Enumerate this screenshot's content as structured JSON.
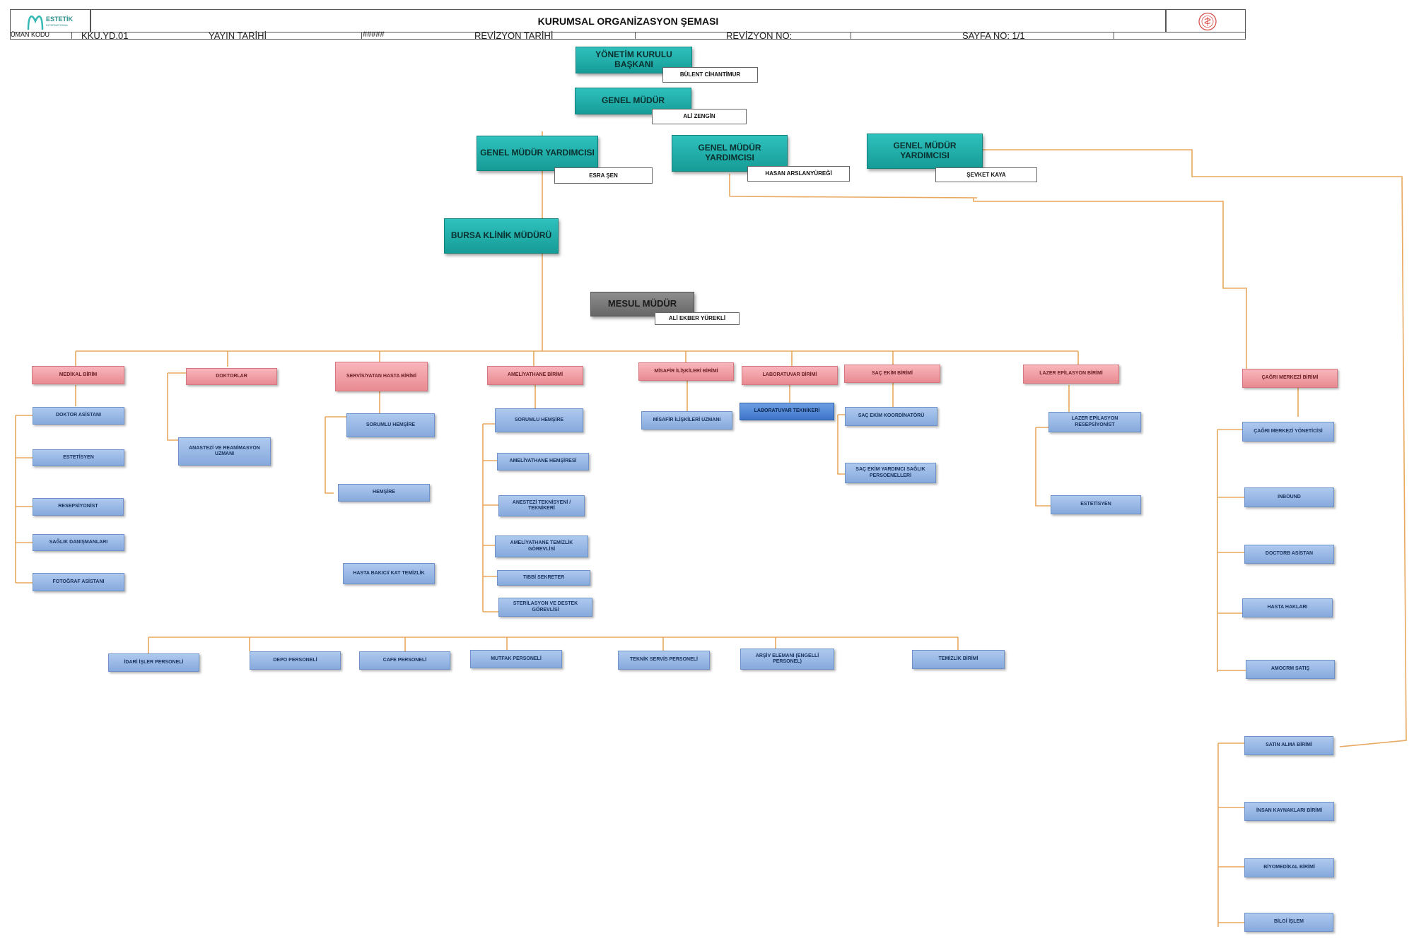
{
  "header": {
    "logo_text": "ESTETİK",
    "logo_subtext": "INTERNATIONAL",
    "title": "KURUMSAL ORGANİZASYON ŞEMASI",
    "doc_code_label": "ÜMAN KODU",
    "doc_code_value": "KKU.YD.01",
    "publish_date_label": "YAYIN TARİHİ",
    "publish_date_value": "#####",
    "revision_date_label": "REVİZYON TARİHİ",
    "revision_no_label": "REVİZYON NO:",
    "page_no": "SAYFA NO: 1/1"
  },
  "executives": {
    "board_chair": {
      "title": "YÖNETİM KURULU BAŞKANI",
      "name": "BÜLENT CİHANTİMUR"
    },
    "general_manager": {
      "title": "GENEL MÜDÜR",
      "name": "ALİ ZENGİN"
    },
    "deputy_1": {
      "title": "GENEL MÜDÜR YARDIMCISI",
      "name": "ESRA ŞEN"
    },
    "deputy_2": {
      "title": "GENEL MÜDÜR YARDIMCISI",
      "name": "HASAN ARSLANYÜREĞİ"
    },
    "deputy_3": {
      "title": "GENEL MÜDÜR YARDIMCISI",
      "name": "ŞEVKET KAYA"
    },
    "clinic_manager": {
      "title": "BURSA KLİNİK MÜDÜRÜ"
    },
    "responsible_manager": {
      "title": "MESUL MÜDÜR",
      "name": "ALİ EKBER YÜREKLİ"
    }
  },
  "departments": {
    "medical": {
      "title": "MEDİKAL BİRİM",
      "staff": [
        "DOKTOR ASİSTANI",
        "ESTETİSYEN",
        "RESEPSİYONİST",
        "SAĞLIK DANIŞMANLARI",
        "FOTOĞRAF ASİSTANI"
      ]
    },
    "doctors": {
      "title": "DOKTORLAR",
      "staff": [
        "ANASTEZİ VE REANİMASYON UZMANI"
      ]
    },
    "inpatient": {
      "title": "SERVİS/YATAN HASTA BİRİMİ",
      "staff": [
        "SORUMLU HEMŞİRE",
        "HEMŞİRE",
        "HASTA BAKICI/ KAT TEMİZLİK"
      ]
    },
    "surgery": {
      "title": "AMELİYATHANE BİRİMİ",
      "staff": [
        "SORUMLU HEMŞİRE",
        "AMELİYATHANE HEMŞİRESİ",
        "ANESTEZİ TEKNİSYENİ / TEKNİKERİ",
        "AMELİYATHANE TEMİZLİK GÖREVLİSİ",
        "TIBBİ SEKRETER",
        "STERİLASYON VE DESTEK GÖREVLİSİ"
      ]
    },
    "guest": {
      "title": "MİSAFİR İLİŞKİLERİ BİRİMİ",
      "staff": [
        "MİSAFİR İLİŞKİLERİ UZMANI"
      ]
    },
    "lab": {
      "title": "LABORATUVAR BİRİMİ",
      "staff": [
        "LABORATUVAR TEKNİKERİ"
      ]
    },
    "hair": {
      "title": "SAÇ EKİM BİRİMİ",
      "staff": [
        "SAÇ EKİM KOORDİNATÖRÜ",
        "SAÇ EKİM YARDIMCI SAĞLIK PERSOENELLERİ"
      ]
    },
    "laser": {
      "title": "LAZER EPİLASYON BİRİMİ",
      "staff": [
        "LAZER EPİLASYON RESEPSİYONİST",
        "ESTETİSYEN"
      ]
    },
    "callcenter": {
      "title": "ÇAĞRI MERKEZİ BİRİMİ",
      "staff": [
        "ÇAĞRI MERKEZİ YÖNETİCİSİ",
        "INBOUND",
        "DOCTORB ASİSTAN",
        "HASTA HAKLARI",
        "AMOCRM SATIŞ"
      ]
    }
  },
  "support_staff": [
    "İDARİ İŞLER PERSONELİ",
    "DEPO PERSONELİ",
    "CAFE PERSONELİ",
    "MUTFAK PERSONELİ",
    "TEKNİK SERVİS PERSONELİ",
    "ARŞİV ELEMANI (ENGELLİ PERSONEL)",
    "TEMİZLİK BİRİMİ"
  ],
  "right_units": [
    "SATIN ALMA BİRİMİ",
    "İNSAN KAYNAKLARI BİRİMİ",
    "BİYOMEDİKAL BİRİMİ",
    "BİLGİ İŞLEM"
  ],
  "colors": {
    "executive": "#1fb0ab",
    "manager": "#7a7a7a",
    "department": "#f2a0a6",
    "staff": "#9ab9e8",
    "staff_highlight": "#4f86d6",
    "connector": "#e8a85f"
  }
}
